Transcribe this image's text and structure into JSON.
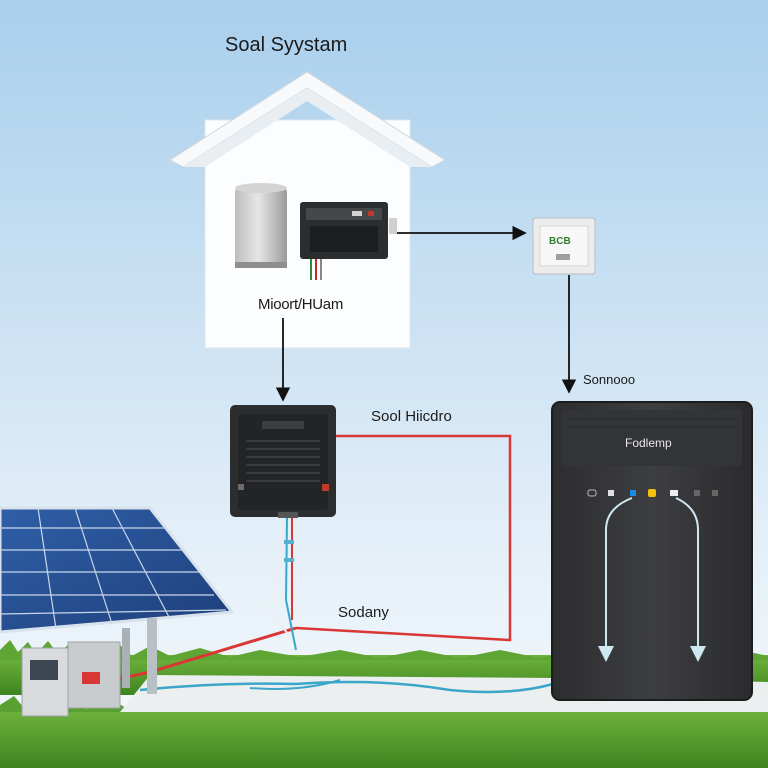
{
  "title": "Soal Syystam",
  "labels": {
    "house": "Mioort/HUam",
    "controller": "Sool Hiicdro",
    "storage": "Sonnooo",
    "battery": "Fodlemp",
    "ground_line": "Sodany",
    "meter_display": "BCB"
  },
  "colors": {
    "sky_top": "#a9cfec",
    "sky_bottom": "#eef5fb",
    "grass": "#4f9a2c",
    "red_wire": "#d93636",
    "blue_wire": "#3aa6c9",
    "device_dark": "#2b2d2f",
    "battery_body": "#3a3b3d"
  },
  "icons": {
    "solar_panel": "solar-panel-icon",
    "water_tank": "tank-icon",
    "inverter": "inverter-icon",
    "charge_controller": "charge-controller-icon",
    "meter": "meter-icon",
    "battery": "battery-icon",
    "junction_box": "junction-box-icon"
  }
}
